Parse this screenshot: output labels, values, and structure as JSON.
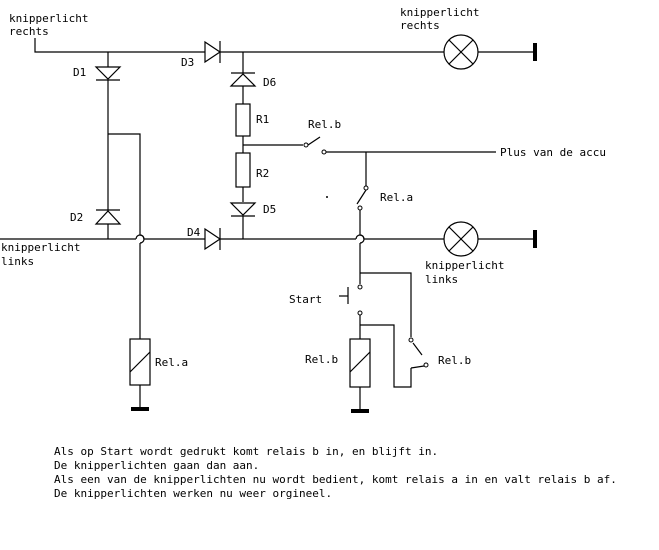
{
  "labels": {
    "kr_left_1": "knipperlicht",
    "kr_left_2": "rechts",
    "kr_top_1": "knipperlicht",
    "kr_top_2": "rechts",
    "kl_left_1": "knipperlicht",
    "kl_left_2": "links",
    "kl_right_1": "knipperlicht",
    "kl_right_2": "links",
    "d1": "D1",
    "d2": "D2",
    "d3": "D3",
    "d4": "D4",
    "d5": "D5",
    "d6": "D6",
    "r1": "R1",
    "r2": "R2",
    "relb_switch": "Rel.b",
    "rela_switch": "Rel.a",
    "relb_switch2": "Rel.b",
    "rela_coil": "Rel.a",
    "relb_coil": "Rel.b",
    "plus": "Plus van de accu",
    "start": "Start"
  },
  "notes": [
    "Als op Start wordt gedrukt komt relais b in, en blijft in.",
    "De knipperlichten gaan dan aan.",
    "Als een van de knipperlichten nu wordt bedient, komt relais a in en valt relais b af.",
    "De knipperlichten werken nu weer orgineel."
  ]
}
